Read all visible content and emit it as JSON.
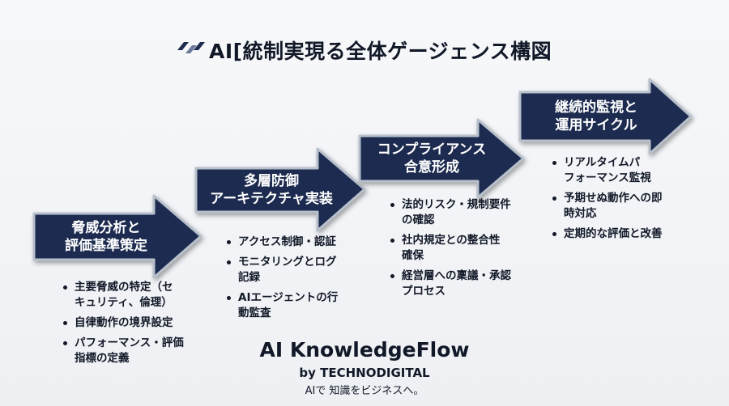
{
  "title": "AI[統制実現る全体ゲージェンス構図",
  "logo_icon": "chain-link-logo",
  "colors": {
    "arrow_fill": "#1c2b4f",
    "arrow_border": "#b8c0cc",
    "text": "#111827"
  },
  "steps": [
    {
      "label": "脅威分析と\n評価基準策定",
      "bullets": [
        "主要脅威の特定（セ\nキュリティ、倫理）",
        "自律動作の境界設定",
        "パフォーマンス・評価\n指標の定義"
      ]
    },
    {
      "label": "多層防御\nアーキテクチャ実装",
      "bullets": [
        "アクセス制御・認証",
        "モニタリングとログ\n記録",
        "AIエージェントの行\n動監査"
      ]
    },
    {
      "label": "コンプライアンス\n合意形成",
      "bullets": [
        "法的リスク・規制要件\nの確認",
        "社内規定との整合性\n確保",
        "経営層への稟議・承認\nプロセス"
      ]
    },
    {
      "label": "継続的監視と\n運用サイクル",
      "bullets": [
        "リアルタイムパ\nフォーマンス監視",
        "予期せぬ動作への即\n時対応",
        "定期的な評価と改善"
      ]
    }
  ],
  "brand": {
    "name": "AI KnowledgeFlow",
    "by": "by TECHNODIGITAL",
    "tagline": "AIで 知識をビジネスへ。"
  }
}
